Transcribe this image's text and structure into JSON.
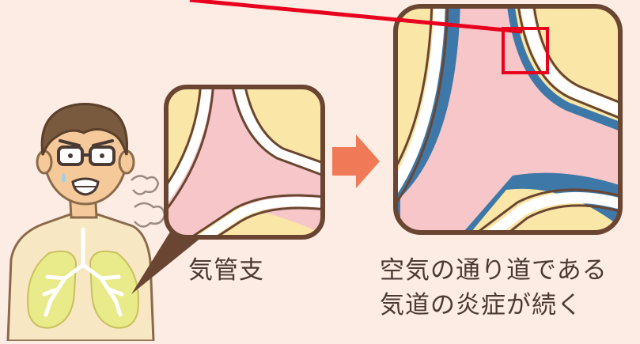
{
  "labels": {
    "bronchi": "気管支",
    "inflamed_line1": "空気の通り道である",
    "inflamed_line2": "気道の炎症が続く"
  },
  "icons": {
    "person": "coughing-man-icon",
    "lungs": "lungs-icon",
    "arrow": "right-arrow-icon",
    "cough": "cough-puff-icon"
  },
  "colors": {
    "background": "#fdece4",
    "panel_fill": "#fae6a6",
    "airway_pink": "#f6c6c8",
    "panel_border": "#6a4632",
    "inflammation_blue": "#3e78a8",
    "callout_red": "#e8001c",
    "arrow_orange": "#f07a58"
  }
}
